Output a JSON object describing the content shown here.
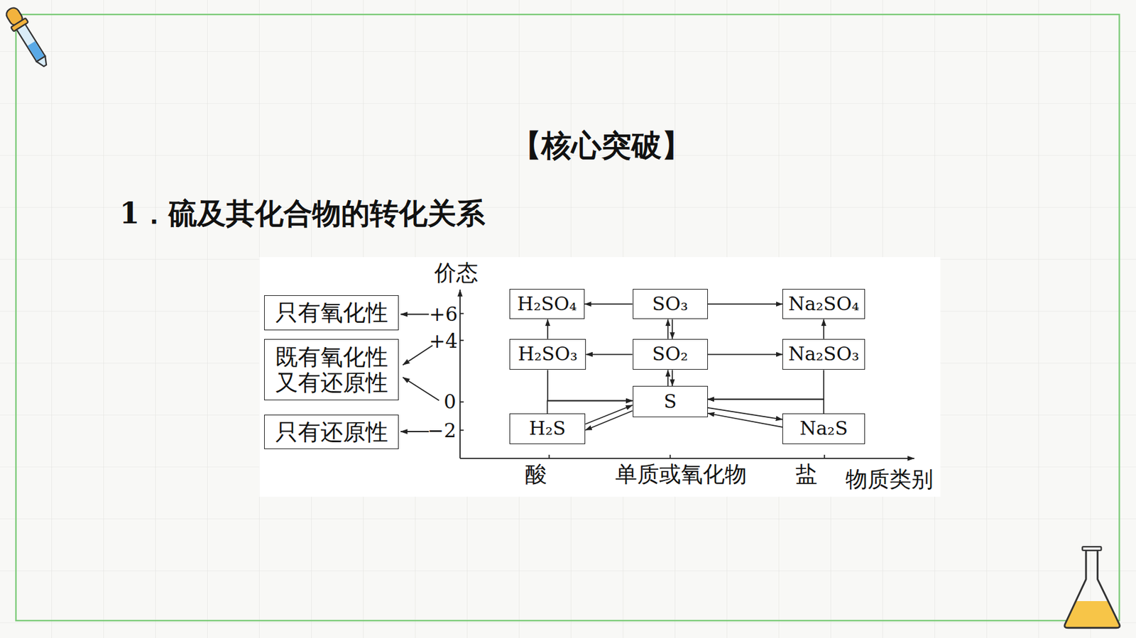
{
  "diagram": {
    "title": "【核心突破】",
    "nodes": [
      {
        "text": [
          "只有氧化性"
        ]
      },
      {
        "text": [
          "既有氧化性 又有还原性"
        ]
      },
      {
        "text": [
          "只有还原性"
        ]
      },
      {
        "text": [
          "H₂SO₄"
        ]
      },
      {
        "text": [
          "SO₃"
        ]
      },
      {
        "text": [
          "Na₂SO₄"
        ]
      },
      {
        "text": [
          "H₂SO₃"
        ]
      },
      {
        "text": [
          "SO₂"
        ]
      },
      {
        "text": [
          "Na₂SO₃"
        ]
      },
      {
        "text": [
          "S"
        ]
      },
      {
        "text": [
          "H₂S"
        ]
      },
      {
        "text": [
          "Na₂S"
        ]
      }
    ],
    "edges": [
      {
        "from": 4,
        "to": 3,
        "arrow": "to"
      },
      {
        "from": 4,
        "to": 5,
        "arrow": "to"
      },
      {
        "from": 6,
        "to": 3,
        "arrow": "to"
      },
      {
        "from": 8,
        "to": 5,
        "arrow": "to"
      },
      {
        "from": 7,
        "to": 6,
        "arrow": "to"
      },
      {
        "from": 7,
        "to": 8,
        "arrow": "to"
      },
      {
        "from": 7,
        "to": 4,
        "arrow": "to"
      },
      {
        "from": 4,
        "to": 7,
        "arrow": "to"
      },
      {
        "from": 9,
        "to": 7,
        "arrow": "to"
      },
      {
        "from": 7,
        "to": 9,
        "arrow": "to"
      },
      {
        "from": 6,
        "to": 9,
        "arrow": "to"
      },
      {
        "from": 10,
        "to": 9,
        "arrow": "to"
      },
      {
        "from": 8,
        "to": 9,
        "arrow": "to"
      },
      {
        "from": 11,
        "to": 9,
        "arrow": "to"
      },
      {
        "from": 10,
        "to": 9,
        "arrow": "to"
      },
      {
        "from": 9,
        "to": 10,
        "arrow": "to"
      },
      {
        "from": 9,
        "to": 11,
        "arrow": "to"
      },
      {
        "from": 11,
        "to": 9,
        "arrow": "to"
      }
    ],
    "labels": [
      "1．硫及其化合物的转化关系",
      "价态",
      "+6",
      "+4",
      "0",
      "−2",
      "酸",
      "单质或氧化物",
      "盐",
      "物质类别"
    ]
  }
}
